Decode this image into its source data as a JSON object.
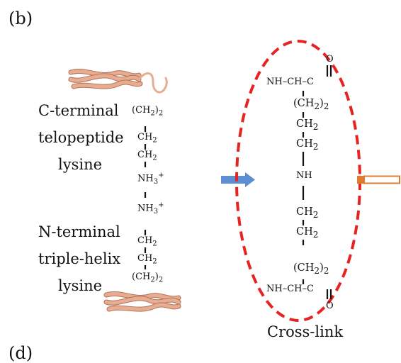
{
  "panel_b": "(b)",
  "panel_d": "(d)",
  "left_labels": [
    "C-terminal",
    "telopeptide",
    "lysine",
    "N-terminal",
    "triple-helix",
    "lysine"
  ],
  "caption": "Cross-link",
  "left_chain": {
    "ch2_2": "(CH",
    "ch2": "CH",
    "nh3": "NH",
    "sub2": "2",
    "sub3": "3",
    "plus": "+",
    "close2": ")"
  },
  "right_chain": {
    "nh_ch_c": "NH–CH–C",
    "o": "O",
    "ch2_2": "(CH",
    "ch2": "CH",
    "nh": "NH",
    "sub2": "2",
    "close2": ")"
  },
  "colors": {
    "collagen_fill": "#e8ad90",
    "collagen_stroke": "#b0735a",
    "ellipse": "#e52421",
    "arrow_blue": "#5b8fd1",
    "arrow_orange": "#e07b2e"
  }
}
